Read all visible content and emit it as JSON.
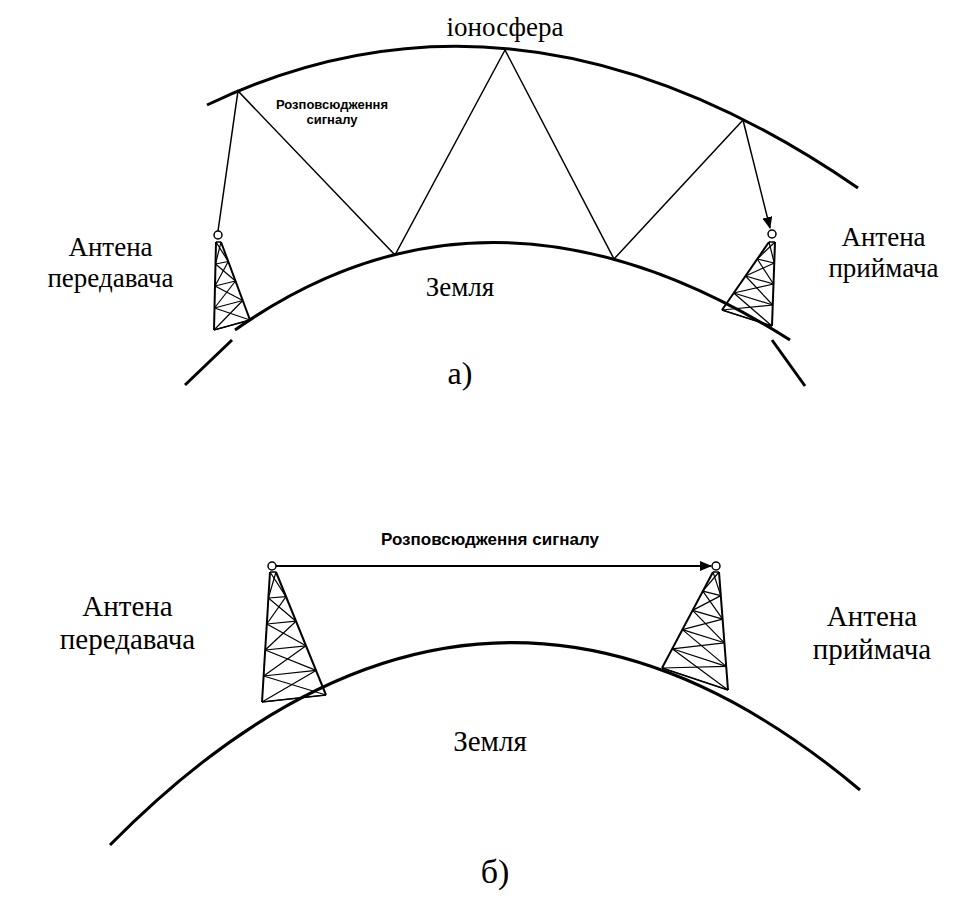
{
  "diagram": {
    "labels": [
      "іоносфера",
      "Розповсюдження сигналу",
      "Антена передавача",
      "Земля",
      "Антена приймача",
      "а)",
      "Розповсюдження сигналу",
      "Антена передавача",
      "Антена приймача",
      "Земля",
      "б)"
    ]
  }
}
